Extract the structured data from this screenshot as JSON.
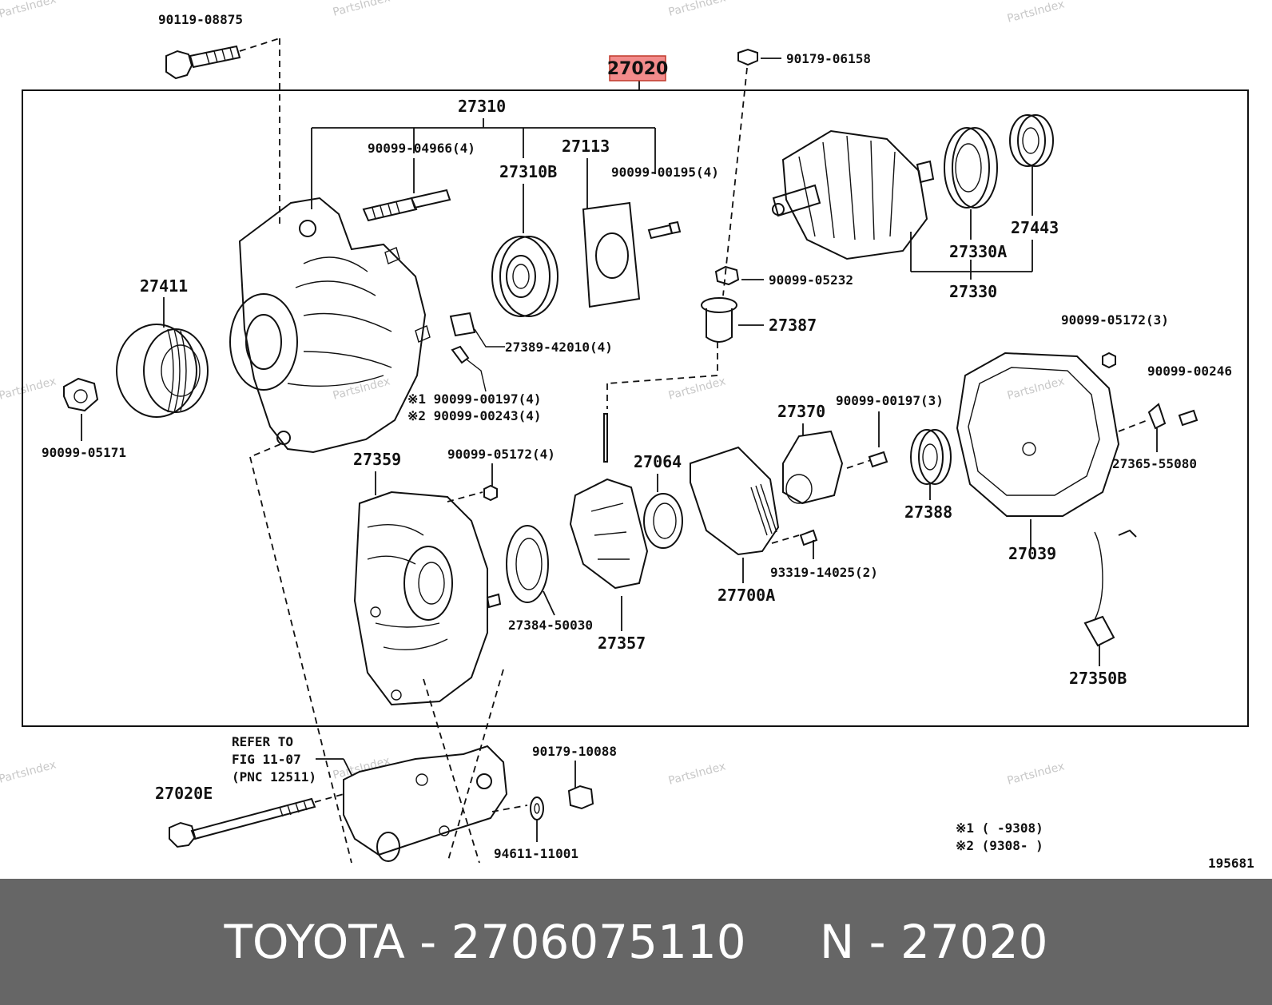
{
  "diagram": {
    "main_assembly": "27020",
    "code": "195681",
    "watermark": "PartsIndex",
    "highlight_color": "#f28b8b",
    "labels": {
      "p90119_08875": "90119-08875",
      "p90179_06158": "90179-06158",
      "p27310": "27310",
      "p90099_04966": "90099-04966(4)",
      "p27113": "27113",
      "p27310b": "27310B",
      "p90099_00195": "90099-00195(4)",
      "p27411": "27411",
      "p90099_05232": "90099-05232",
      "p27330a": "27330A",
      "p27443": "27443",
      "p27330": "27330",
      "p27387": "27387",
      "p27389_42010": "27389-42010(4)",
      "p90099_00197_4_1": "※1 90099-00197(4)",
      "p90099_00243_4_2": "※2 90099-00243(4)",
      "p90099_05171": "90099-05171",
      "p90099_05172_3": "90099-05172(3)",
      "p90099_00246": "90099-00246",
      "p27370": "27370",
      "p90099_00197_3": "90099-00197(3)",
      "p27359": "27359",
      "p90099_05172_4": "90099-05172(4)",
      "p27064": "27064",
      "p27365_55080": "27365-55080",
      "p27388": "27388",
      "p93319_14025": "93319-14025(2)",
      "p27039": "27039",
      "p27384_50030": "27384-50030",
      "p27700a": "27700A",
      "p27357": "27357",
      "p27350b": "27350B",
      "refer_line1": "REFER TO",
      "refer_line2": "FIG 11-07",
      "refer_line3": "(PNC 12511)",
      "p90179_10088": "90179-10088",
      "p27020e": "27020E",
      "p94611_11001": "94611-11001",
      "note1": "※1 (     -9308)",
      "note2": "※2 (9308-     )"
    }
  },
  "footer": {
    "brand": "TOYOTA",
    "part_number": "2706075110",
    "pnc": "N - 27020",
    "text": "TOYOTA - 2706075110     N - 27020"
  }
}
